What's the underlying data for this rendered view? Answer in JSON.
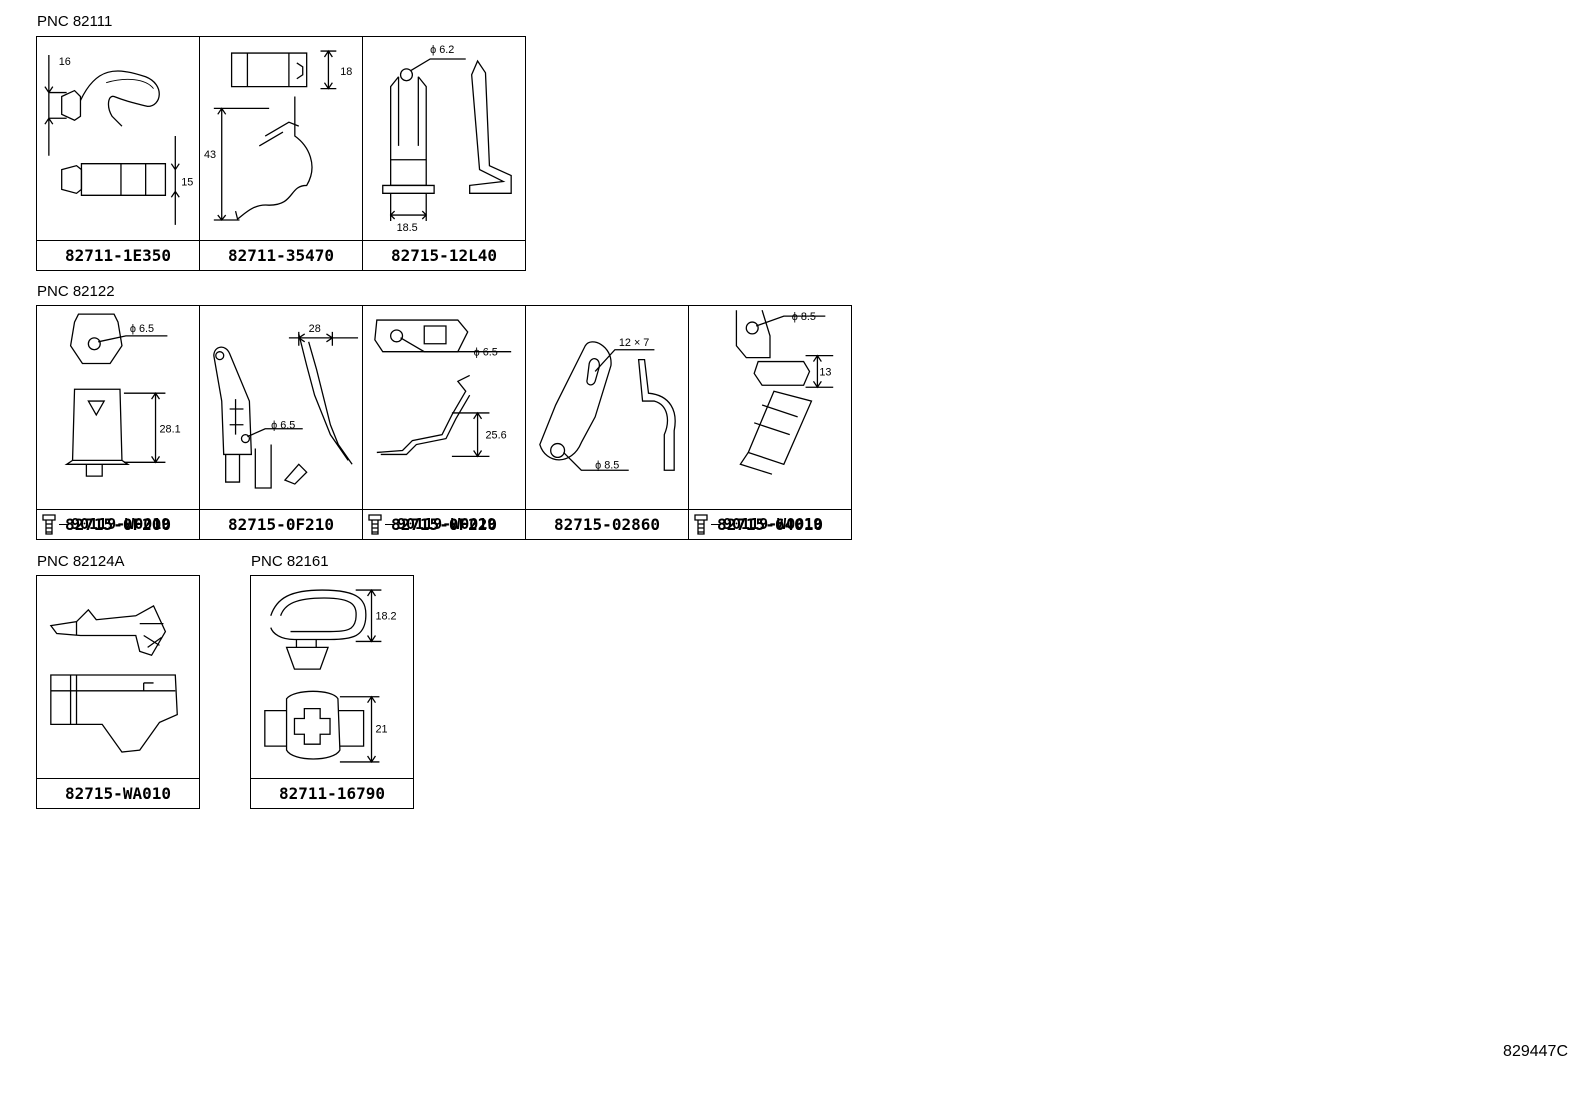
{
  "groups": [
    {
      "label": "PNC 82111",
      "parts": [
        "82711-1E350",
        "82711-35470",
        "82715-12L40"
      ]
    },
    {
      "label": "PNC 82122",
      "parts": [
        "82715-0F200",
        "82715-0F210",
        "82715-0F220",
        "82715-02860",
        "82715-64010"
      ]
    },
    {
      "label": "PNC 82124A",
      "parts": [
        "82715-WA010"
      ]
    },
    {
      "label": "PNC 82161",
      "parts": [
        "82711-16790"
      ]
    }
  ],
  "bolt_part": "90119-W0019",
  "dimensions": {
    "p1": [
      "16",
      "15"
    ],
    "p2": [
      "18",
      "43"
    ],
    "p3": [
      "ϕ 6.2",
      "18.5"
    ],
    "p4": [
      "ϕ 6.5",
      "28.1"
    ],
    "p5": [
      "28",
      "ϕ 6.5"
    ],
    "p6": [
      "ϕ 6.5",
      "25.6"
    ],
    "p7": [
      "12 × 7",
      "ϕ 8.5"
    ],
    "p8": [
      "ϕ 8.5",
      "13"
    ],
    "p10": [
      "18.2",
      "21"
    ]
  },
  "reference_code": "829447C"
}
